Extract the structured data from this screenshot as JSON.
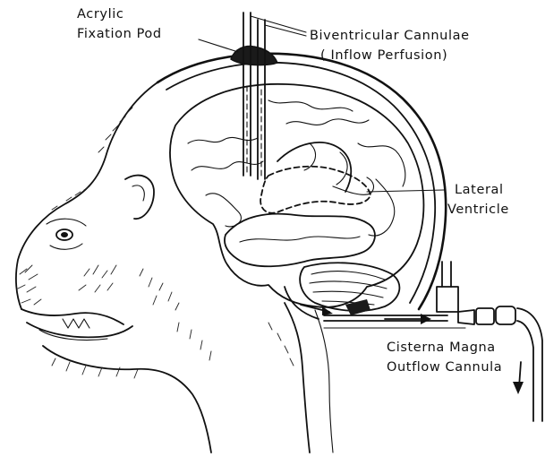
{
  "labels": {
    "fixation_pod_line1": "Acrylic",
    "fixation_pod_line2": "Fixation Pod",
    "cannulae_line1": "Biventricular Cannulae",
    "cannulae_line2": "( Inflow Perfusion)",
    "ventricle_line1": "Lateral",
    "ventricle_line2": "Ventricle",
    "cisterna_line1": "Cisterna Magna",
    "cisterna_line2": "Outflow Cannula"
  },
  "colors": {
    "ink": "#111111",
    "background": "#ffffff",
    "pod_fill": "#1a1a1a"
  }
}
